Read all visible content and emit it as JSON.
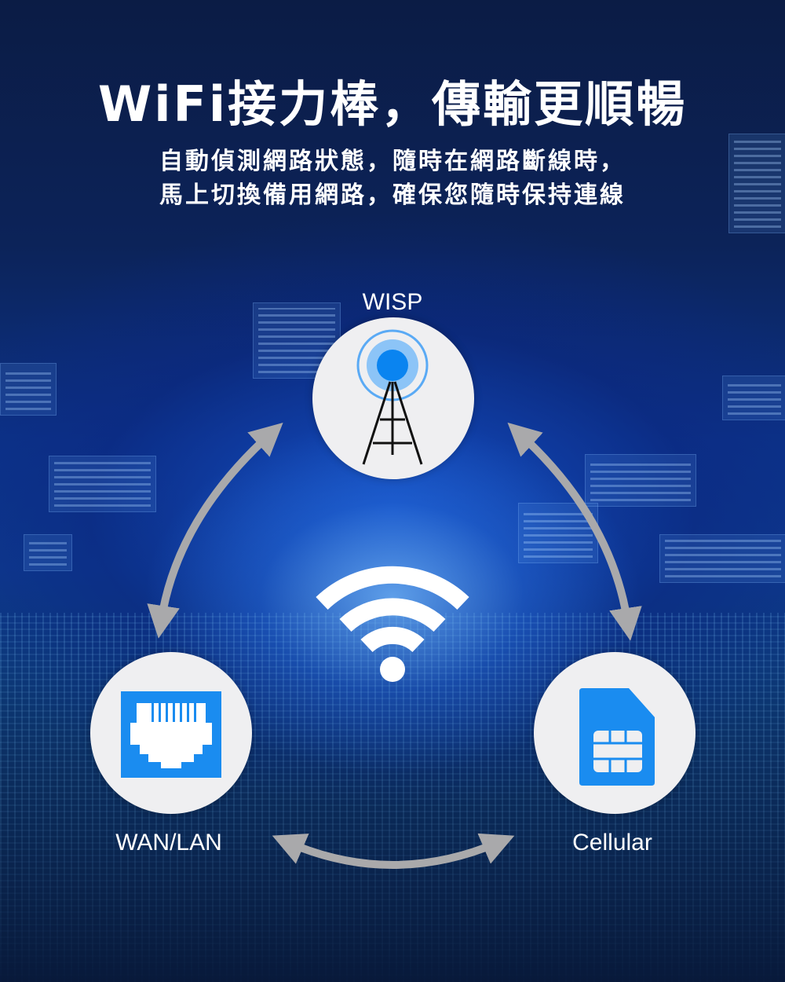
{
  "header": {
    "title": "WiFi接力棒，傳輸更順暢",
    "subtitle_line1": "自動偵測網路狀態，隨時在網路斷線時，",
    "subtitle_line2": "馬上切換備用網路，確保您隨時保持連線"
  },
  "diagram": {
    "center": {
      "icon": "wifi-icon"
    },
    "nodes": [
      {
        "id": "wisp",
        "label": "WISP",
        "icon": "radio-tower-icon"
      },
      {
        "id": "wan-lan",
        "label": "WAN/LAN",
        "icon": "ethernet-port-icon"
      },
      {
        "id": "cellular",
        "label": "Cellular",
        "icon": "sim-card-icon"
      }
    ],
    "connections": [
      {
        "from": "wisp",
        "to": "wan-lan",
        "type": "bidirectional"
      },
      {
        "from": "wisp",
        "to": "cellular",
        "type": "bidirectional"
      },
      {
        "from": "wan-lan",
        "to": "cellular",
        "type": "bidirectional"
      }
    ]
  },
  "colors": {
    "background_top": "#0b1c45",
    "background_mid": "#0e3a8f",
    "icon_blue": "#1a8cf0",
    "circle_fill": "#efeff1",
    "arrow_gray": "#a9a9ab",
    "text": "#ffffff"
  }
}
